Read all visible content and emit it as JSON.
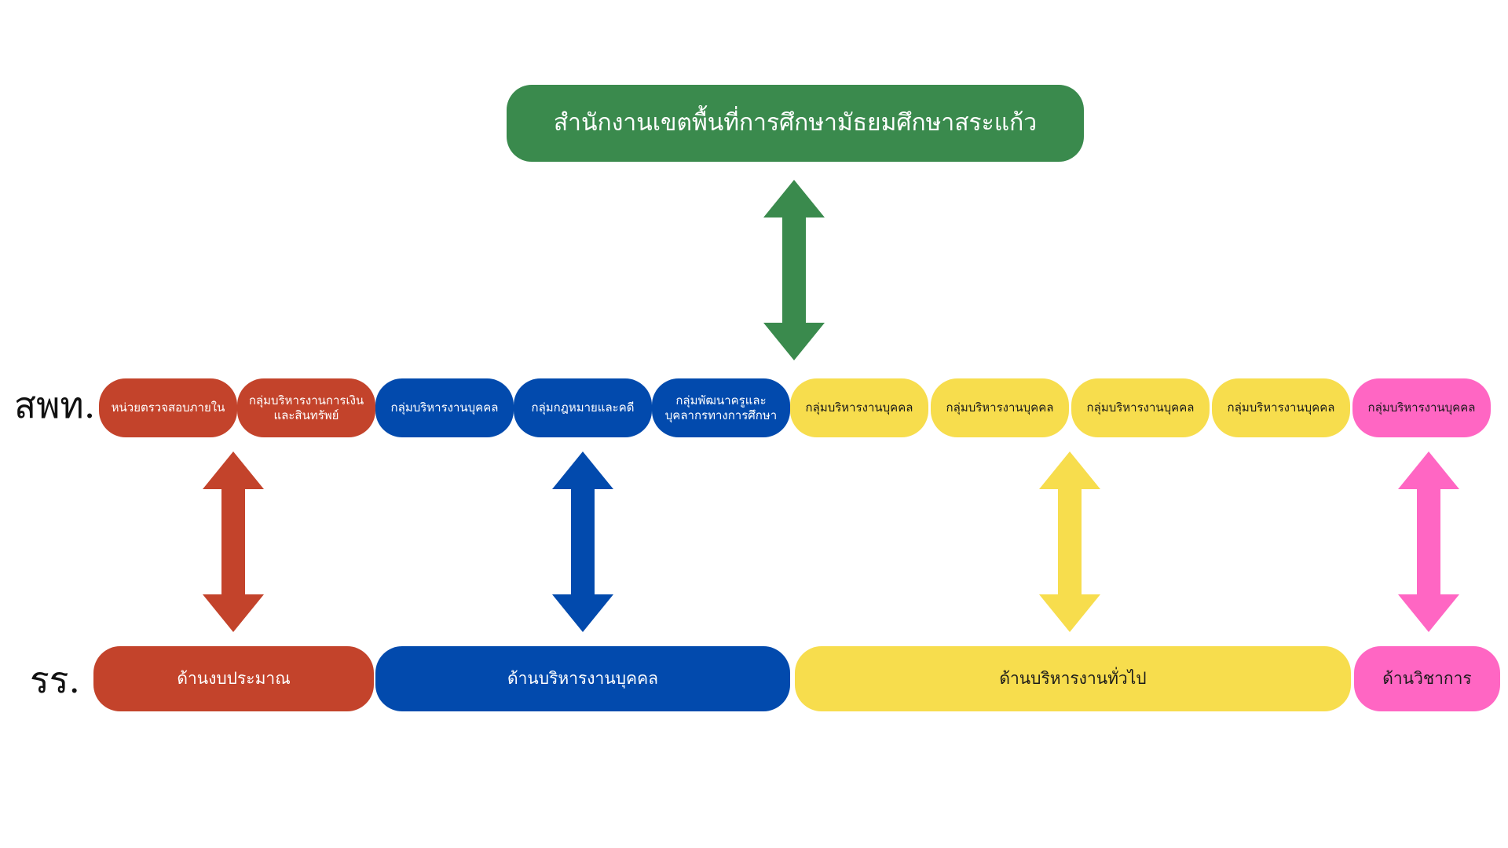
{
  "colors": {
    "green": "#3a8a4d",
    "red": "#c3432b",
    "blue": "#024aad",
    "yellow": "#f7dd4d",
    "pink": "#ff66c3",
    "white_text": "#ffffff",
    "dark_text": "#1a1a1a"
  },
  "top_office": {
    "label": "สำนักงานเขตพื้นที่การศึกษามัธยมศึกษาสระแก้ว"
  },
  "row_labels": {
    "office": "สพท.",
    "school": "รร."
  },
  "office_units": [
    {
      "label": "หน่วยตรวจสอบภายใน",
      "color": "red"
    },
    {
      "label": "กลุ่มบริหารงานการเงินและสินทรัพย์",
      "color": "red"
    },
    {
      "label": "กลุ่มบริหารงานบุคคล",
      "color": "blue"
    },
    {
      "label": "กลุ่มกฎหมายและคดี",
      "color": "blue"
    },
    {
      "label": "กลุ่มพัฒนาครูและบุคลากรทางการศึกษา",
      "color": "blue"
    },
    {
      "label": "กลุ่มบริหารงานบุคคล",
      "color": "yellow"
    },
    {
      "label": "กลุ่มบริหารงานบุคคล",
      "color": "yellow"
    },
    {
      "label": "กลุ่มบริหารงานบุคคล",
      "color": "yellow"
    },
    {
      "label": "กลุ่มบริหารงานบุคคล",
      "color": "yellow"
    },
    {
      "label": "กลุ่มบริหารงานบุคคล",
      "color": "pink"
    }
  ],
  "school_departments": [
    {
      "label": "ด้านงบประมาณ",
      "color": "red"
    },
    {
      "label": "ด้านบริหารงานบุคคล",
      "color": "blue"
    },
    {
      "label": "ด้านบริหารงานทั่วไป",
      "color": "yellow"
    },
    {
      "label": "ด้านวิชาการ",
      "color": "pink"
    }
  ],
  "arrows": [
    {
      "connects": "top_office-office_units",
      "color": "green",
      "direction": "bidirectional"
    },
    {
      "connects": "finance-budget",
      "color": "red",
      "direction": "bidirectional"
    },
    {
      "connects": "personnel-personnel",
      "color": "blue",
      "direction": "bidirectional"
    },
    {
      "connects": "general-general",
      "color": "yellow",
      "direction": "bidirectional"
    },
    {
      "connects": "academic-academic",
      "color": "pink",
      "direction": "bidirectional"
    }
  ]
}
